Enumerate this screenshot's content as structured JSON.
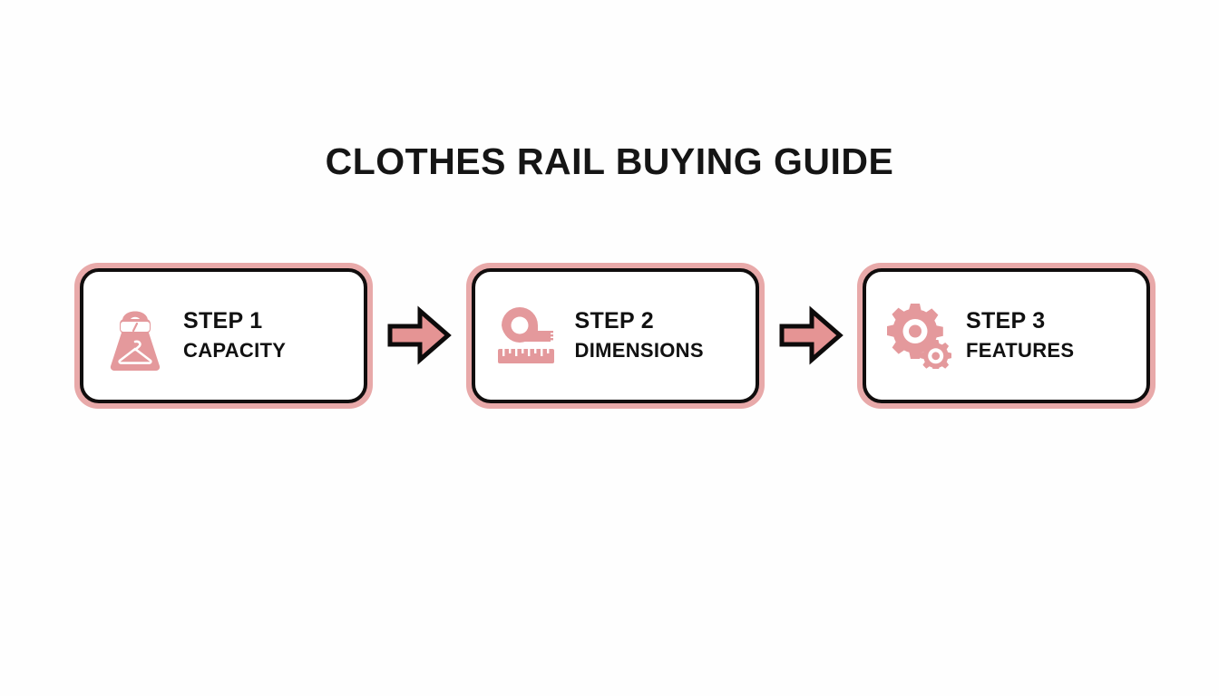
{
  "title": "CLOTHES RAIL BUYING GUIDE",
  "colors": {
    "background": "#fefefe",
    "card_border_outer": "#e8a9a9",
    "card_border_inner": "#100d0d",
    "card_fill": "#ffffff",
    "icon_pink": "#e4999c",
    "arrow_fill": "#e59494",
    "arrow_outline": "#0d0b0b",
    "text": "#111111"
  },
  "steps": [
    {
      "label": "STEP 1",
      "name": "CAPACITY",
      "icon": "weight-scale-hanger-icon"
    },
    {
      "label": "STEP 2",
      "name": "DIMENSIONS",
      "icon": "tape-measure-ruler-icon"
    },
    {
      "label": "STEP 3",
      "name": "FEATURES",
      "icon": "gears-icon"
    }
  ],
  "connectors": [
    {
      "icon": "arrow-right-icon"
    },
    {
      "icon": "arrow-right-icon"
    }
  ]
}
